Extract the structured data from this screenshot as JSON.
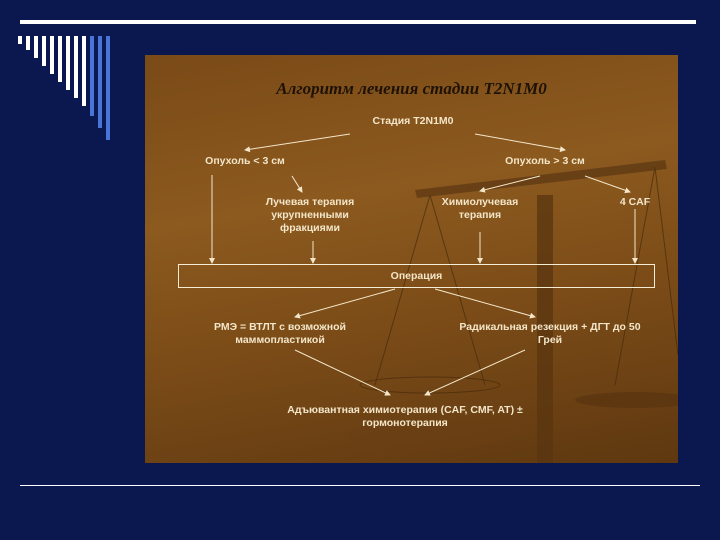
{
  "slide": {
    "title": "Алгоритм лечения стадии T2N1M0",
    "stage": "Стадия T2N1M0",
    "left_branch": "Опухоль < 3 см",
    "right_branch": "Опухоль > 3 см",
    "radiation": [
      "Лучевая терапия",
      "укрупненными",
      "фракциями"
    ],
    "chemoradiation": [
      "Химиолучевая",
      "терапия"
    ],
    "caf": "4 CAF",
    "operation": "Операция",
    "rme": [
      "РМЭ = ВТЛТ с возможной",
      "маммопластикой"
    ],
    "radical": [
      "Радикальная резекция + ДГТ до 50",
      "Грей"
    ],
    "adjuvant": [
      "Адъювантная химиотерапия (CAF, CMF, AT) ±",
      "гормонотерапия"
    ]
  },
  "colors": {
    "background": "#0b1850",
    "panel": "#8c5a1f",
    "text": "#f3e6c9",
    "title": "#1e1206",
    "bars": [
      "#ffffff",
      "#4a74d8"
    ]
  }
}
